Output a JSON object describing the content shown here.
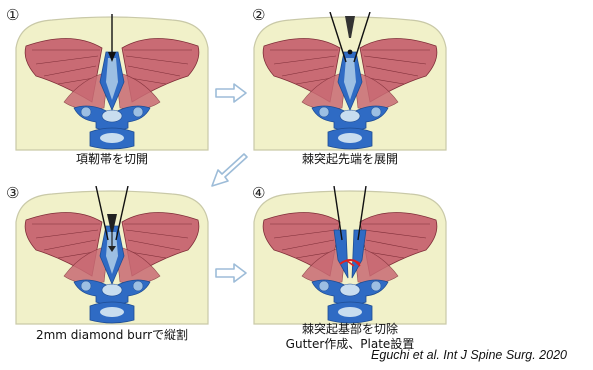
{
  "panels": [
    {
      "number": "①",
      "caption_lines": [
        "項靭帯を切開"
      ]
    },
    {
      "number": "②",
      "caption_lines": [
        "棘突起先端を展開"
      ]
    },
    {
      "number": "③",
      "caption_lines": [
        "2mm diamond burrで縦割"
      ]
    },
    {
      "number": "④",
      "caption_lines": [
        "棘突起基部を切除",
        "Gutter作成、Plate設置"
      ]
    }
  ],
  "citation": "Eguchi et al. Int J Spine Surg. 2020",
  "colors": {
    "skin": "#f1f1c9",
    "skin_outline": "#c9c9a8",
    "muscle": "#c96b74",
    "muscle_line": "#7f2e38",
    "bone": "#2f6bc4",
    "bone_light": "#9cbfe3",
    "bone_pale": "#c8ddef",
    "arrow": "#9dbcd8"
  }
}
